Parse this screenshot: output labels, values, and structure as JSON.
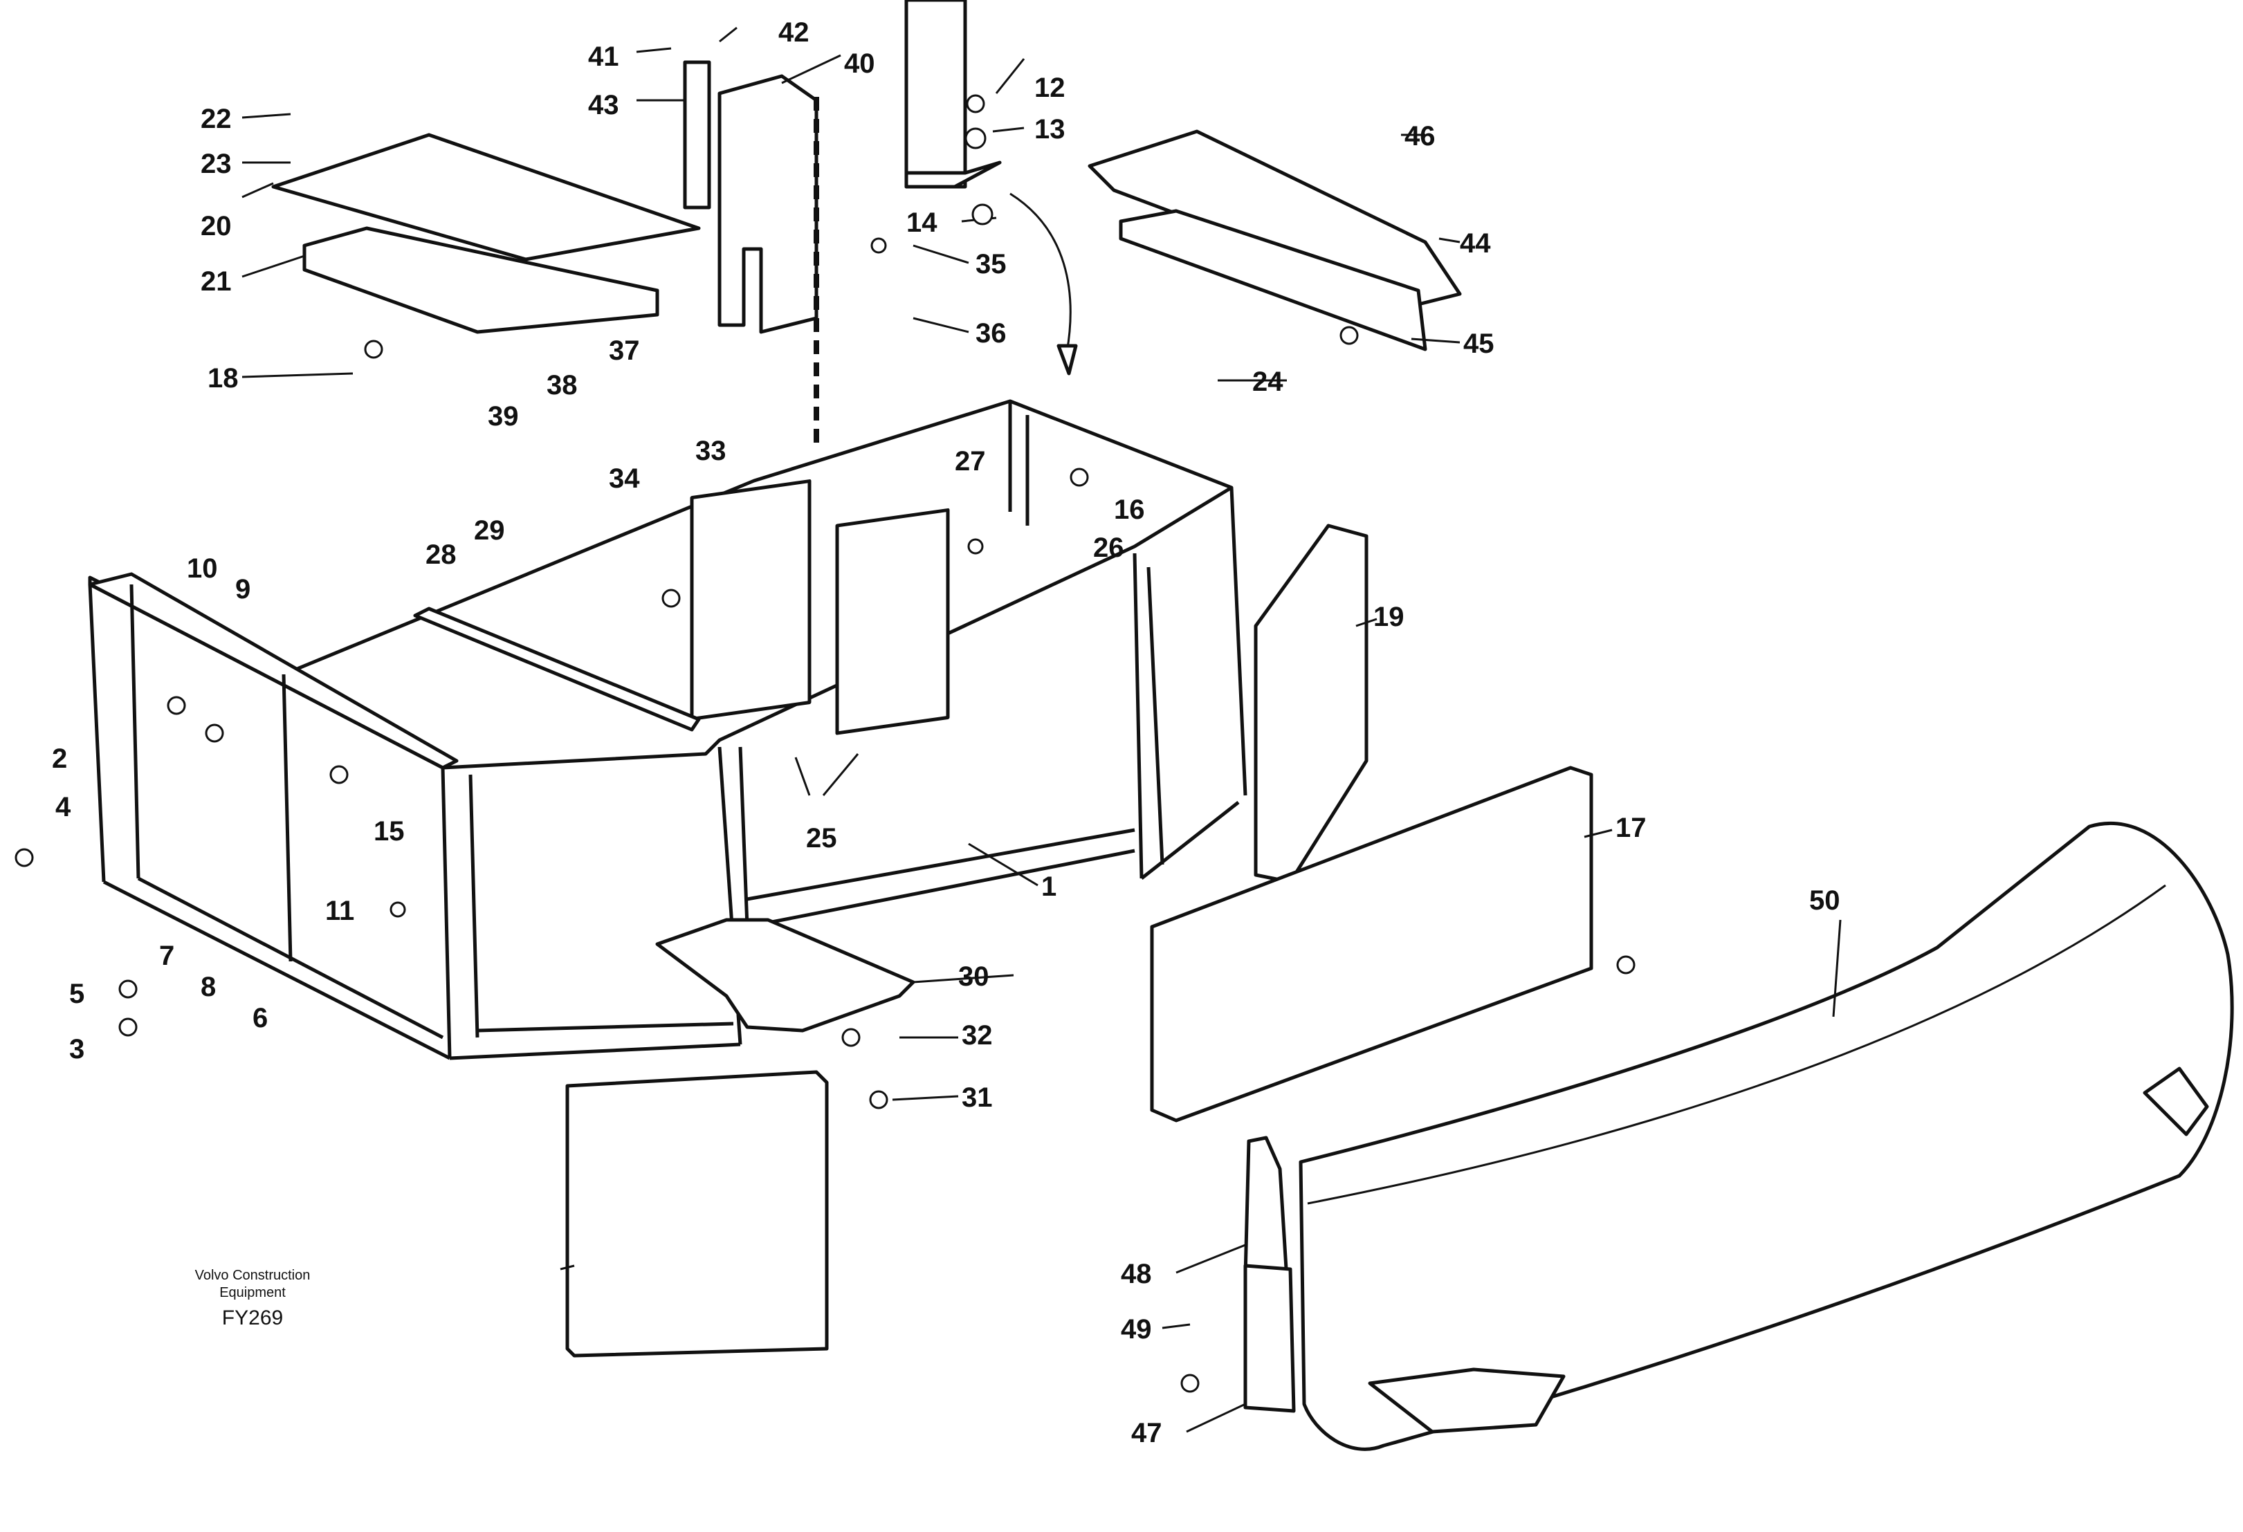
{
  "diagram": {
    "callouts": [
      "1",
      "2",
      "3",
      "4",
      "5",
      "6",
      "7",
      "8",
      "9",
      "10",
      "11",
      "12",
      "13",
      "14",
      "15",
      "16",
      "17",
      "18",
      "19",
      "20",
      "21",
      "22",
      "23",
      "24",
      "25",
      "26",
      "27",
      "28",
      "29",
      "30",
      "31",
      "32",
      "33",
      "34",
      "35",
      "36",
      "37",
      "38",
      "39",
      "40",
      "41",
      "42",
      "43",
      "44",
      "45",
      "46",
      "47",
      "48",
      "49",
      "50"
    ],
    "credit_line1": "Volvo Construction",
    "credit_line2": "Equipment",
    "figure_code": "FY269"
  }
}
